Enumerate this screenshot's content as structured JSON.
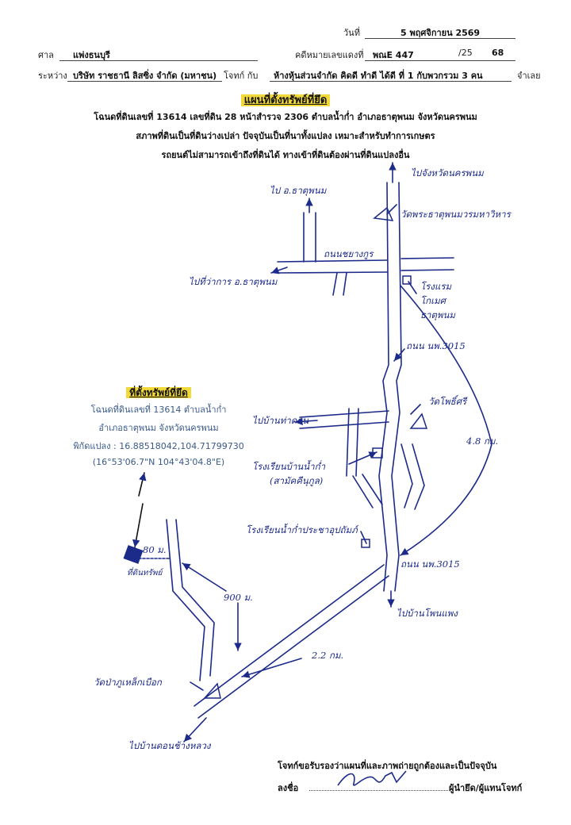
{
  "header": {
    "date_label": "วันที่",
    "date_value": "5  พฤศจิกายน  2569",
    "court_label": "ศาล",
    "court_value": "แพ่งธนบุรี",
    "case_label": "คดีหมายเลขแดงที่",
    "case_prefix": "พณE  447",
    "case_year": "/25",
    "case_year_value": "68",
    "between_label": "ระหว่าง",
    "plaintiff": "บริษัท ราชธานี ลิสซิ่ง จำกัด (มหาชน)",
    "plaintiff_role": "โจทก์  กับ",
    "defendant": "ห้างหุ้นส่วนจำกัด คิดดี ทำดี ได้ดี ที่ 1 กับพวกรวม 3 คน",
    "defendant_role": "จำเลย"
  },
  "map_title": "แผนที่ตั้งทรัพย์ที่ยึด",
  "description": [
    "โฉนดที่ดินเลขที่ 13614 เลขที่ดิน 28 หน้าสำรวจ 2306 ตำบลน้ำก่ำ อำเภอธาตุพนม จังหวัดนครพนม",
    "สภาพที่ดินเป็นที่ดินว่างเปล่า ปัจจุบันเป็นที่นาทั้งแปลง เหมาะสำหรับทำการเกษตร",
    "รถยนต์ไม่สามารถเข้าถึงที่ดินได้ ทางเข้าที่ดินต้องผ่านที่ดินแปลงอื่น"
  ],
  "location_box": {
    "title": "ที่ตั้งทรัพย์ที่ยึด",
    "line1": "โฉนดที่ดินเลขที่ 13614 ตำบลน้ำก่ำ",
    "line2": "อำเภอธาตุพนม จังหวัดนครพนม",
    "line3": "พิกัดแปลง : 16.88518042,104.71799730",
    "line4": "(16°53'06.7\"N 104°43'04.8\"E)"
  },
  "map_labels": {
    "to_nakhon_phanom": "ไปจังหวัดนครพนม",
    "to_that_phanom": "ไป อ.ธาตุพนม",
    "wat_phrathat": "วัดพระธาตุพนมวรมหาวิหาร",
    "road_crossing": "ถนนชยางกูร",
    "to_that_phanom_district": "ไปที่ว่าการ อ.ธาตุพนม",
    "hotel": "โรงแรมโกเมศ ธาตุพนม",
    "road_3015_top": "ถนน นพ.3015",
    "wat_phothi": "วัดโพธิ์ศรี",
    "to_ban_tha_don": "ไปบ้านท่าดอน",
    "distance_right": "4.8 กม.",
    "school_1": "โรงเรียนบ้านน้ำก่ำ",
    "school_1_sub": "(สามัคคีนุกูล)",
    "school_2": "โรงเรียนน้ำก่ำประชาอุปถัมภ์",
    "road_3015_bottom": "ถนน นพ.3015",
    "to_ban_phon_phaeng": "ไปบ้านโพนแพง",
    "plot_80m": "80 ม.",
    "plot_mark": "ที่ดินทรัพย์",
    "dist_900": "900 ม.",
    "dist_2_2": "2.2 กม.",
    "wat_pa": "วัดป่าภูเหล็กเบือก",
    "to_ban_don": "ไปบ้านดอนช้างหลวง"
  },
  "footer": {
    "certify": "โจทก์ขอรับรองว่าแผนที่และภาพถ่ายถูกต้องและเป็นปัจจุบัน",
    "sign_label": "ลงชื่อ",
    "sign_role": "ผู้นำยึด/ผู้แทนโจทก์"
  },
  "colors": {
    "ink": "#1c2a8a",
    "highlight": "#f2d93a",
    "info": "#3a5a8a"
  }
}
